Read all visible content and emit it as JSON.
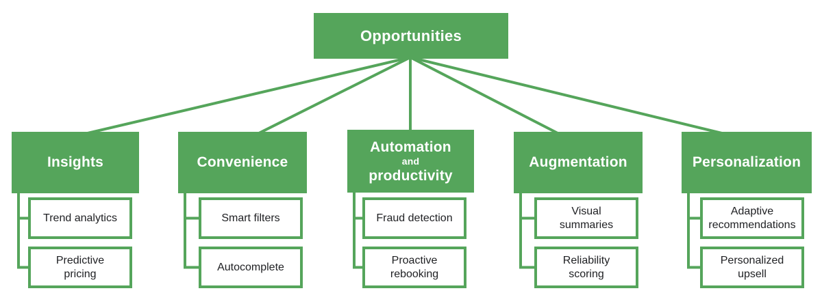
{
  "diagram": {
    "title": "Opportunities tree diagram",
    "colors": {
      "node_green": "#55a55b",
      "leaf_border_green": "#55a55b",
      "leaf_text": "#202124",
      "root_text": "#ffffff",
      "background": "#ffffff"
    },
    "root": {
      "label": "Opportunities"
    },
    "groups": [
      {
        "label": "Insights",
        "children": [
          "Trend analytics",
          "Predictive\npricing"
        ]
      },
      {
        "label": "Convenience",
        "children": [
          "Smart filters",
          "Autocomplete"
        ]
      },
      {
        "label": "Automation and productivity",
        "label_lines": [
          "Automation",
          "and",
          "productivity"
        ],
        "children": [
          "Fraud detection",
          "Proactive\nrebooking"
        ]
      },
      {
        "label": "Augmentation",
        "children": [
          "Visual\nsummaries",
          "Reliability\nscoring"
        ]
      },
      {
        "label": "Personalization",
        "children": [
          "Adaptive\nrecommendations",
          "Personalized\nupsell"
        ]
      }
    ]
  }
}
